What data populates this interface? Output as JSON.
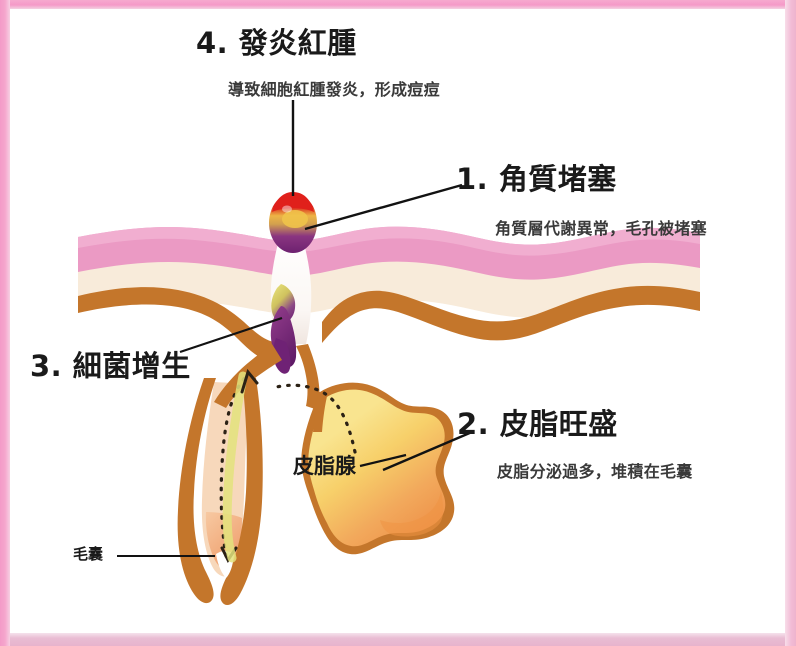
{
  "figure": {
    "type": "medical-illustration",
    "subject": "acne-formation-cross-section",
    "frame_color": "#f59ac8",
    "background_color": "#ffffff"
  },
  "steps": [
    {
      "id": "step-1",
      "number": "1.",
      "title": "1. 角質堵塞",
      "subtitle": "角質層代謝異常，毛孔被堵塞"
    },
    {
      "id": "step-2",
      "number": "2.",
      "title": "2. 皮脂旺盛",
      "subtitle": "皮脂分泌過多，堆積在毛囊"
    },
    {
      "id": "step-3",
      "number": "3.",
      "title": "3. 細菌增生",
      "subtitle": ""
    },
    {
      "id": "step-4",
      "number": "4.",
      "title": "4. 發炎紅腫",
      "subtitle": "導致細胞紅腫發炎，形成痘痘"
    }
  ],
  "anatomy_labels": [
    {
      "id": "sebaceous-gland",
      "text": "皮脂腺"
    },
    {
      "id": "hair-follicle",
      "text": "毛囊"
    }
  ],
  "colors": {
    "frame_pink": "#f59ac8",
    "epidermis_pink": "#eb9ac4",
    "dermis_cream": "#f7e9d6",
    "follicle_brown": "#c4762b",
    "follicle_peach": "#f3b98c",
    "gland_yellow": "#f7dc7a",
    "gland_orange": "#f09b4e",
    "pimple_red": "#dd1f1f",
    "pimple_yellow": "#f0c34a",
    "bacteria_purple": "#7c2a80",
    "sebum_yellow": "#d8d86a",
    "leader_line": "#101010"
  }
}
